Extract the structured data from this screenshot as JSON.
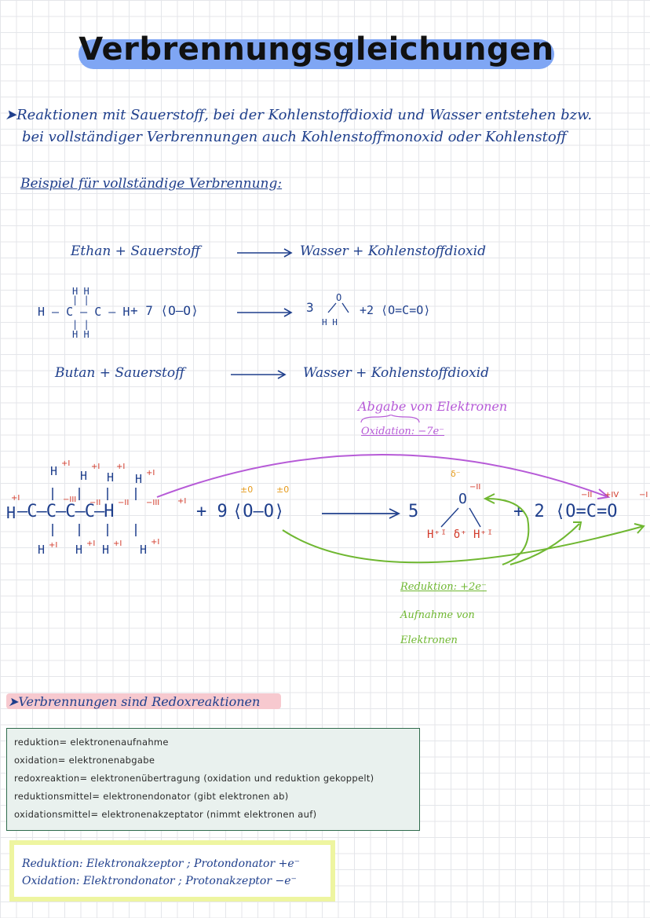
{
  "title": "Verbrennungsgleichungen",
  "intro": {
    "line1": "➤Reaktionen mit Sauerstoff, bei der Kohlenstoffdioxid und Wasser entstehen bzw.",
    "line2": "bei vollständiger Verbrennungen auch Kohlenstoffmonoxid oder Kohlenstoff"
  },
  "example_heading": "Beispiel für vollständige Verbrennung:",
  "equation1": {
    "left": "Ethan  +  Sauerstoff",
    "right": "Wasser  +  Kohlenstoffdioxid"
  },
  "ethane_structure": {
    "top_h": "H  H",
    "bars_top": "|  |",
    "main": "H — C — C — H",
    "bars_bottom": "|  |",
    "bottom_h": "H  H",
    "plus_o2": "+ 7 ⟨O–O⟩",
    "product_water_coeff": "3",
    "product_water": "O",
    "product_water_h": "H    H",
    "product_co2": "+2 ⟨O=C=O⟩"
  },
  "equation2": {
    "left": "Butan  +  Sauerstoff",
    "right": "Wasser + Kohlenstoffdioxid"
  },
  "oxidation_label": {
    "line1": "Abgabe von Elektronen",
    "line2": "Oxidation: −7e⁻"
  },
  "butane_structure": {
    "h_top_labels": [
      "H",
      "H",
      "H",
      "H"
    ],
    "h_top_ox": [
      "+I",
      "+I",
      "+I",
      "+I"
    ],
    "c_ox": [
      "−III",
      "−II",
      "−II",
      "−III"
    ],
    "left_h_ox": "+I",
    "right_h_ox": "+I",
    "h_bottom_labels": [
      "H",
      "H",
      "H",
      "H"
    ],
    "h_bottom_ox": [
      "+I",
      "+I",
      "+I",
      "+I"
    ],
    "left_h": "H",
    "main_chain": "—C—C—C—C—H",
    "o2_coeff": "+ 9",
    "o2": "⟨O–O⟩",
    "o_ox": [
      "±0",
      "±0"
    ],
    "water_coeff": "5",
    "water_o": "O",
    "water_o_ox": "−II",
    "water_delta_minus": "δ⁻",
    "water_h": "H⁺ᴵ  δ⁺  H⁺ᴵ",
    "co2": "+ 2 ⟨O=C=O",
    "co2_ox_o": "−II",
    "co2_ox_c": "+IV",
    "co2_ox_o2": "−I"
  },
  "reduction_label": {
    "line1": "Reduktion: +2e⁻",
    "line2": "Aufnahme von",
    "line3": "Elektronen"
  },
  "section_heading": "➤Verbrennungen sind Redoxreaktionen",
  "definitions": [
    "reduktion= elektronenaufnahme",
    "oxidation= elektronenabgabe",
    "redoxreaktion= elektronenübertragung (oxidation und reduktion gekoppelt)",
    "reduktionsmittel= elektronendonator (gibt elektronen ab)",
    "oxidationsmittel= elektronenakzeptator (nimmt elektronen auf)"
  ],
  "summary": {
    "line1": "Reduktion: Elektronakzeptor ; Protondonator  +e⁻",
    "line2": "Oxidation: Elektrondonator ; Protonakzeptor  −e⁻"
  },
  "colors": {
    "ink_blue": "#1f3f8c",
    "highlight_blue": "#7fa6f4",
    "purple": "#b65ad7",
    "green": "#6fb731",
    "red": "#d23a2a",
    "orange": "#e59a1a",
    "pink": "#f7c9cf",
    "yellow": "#eef5a0",
    "box_green": "#2e6b4c"
  }
}
